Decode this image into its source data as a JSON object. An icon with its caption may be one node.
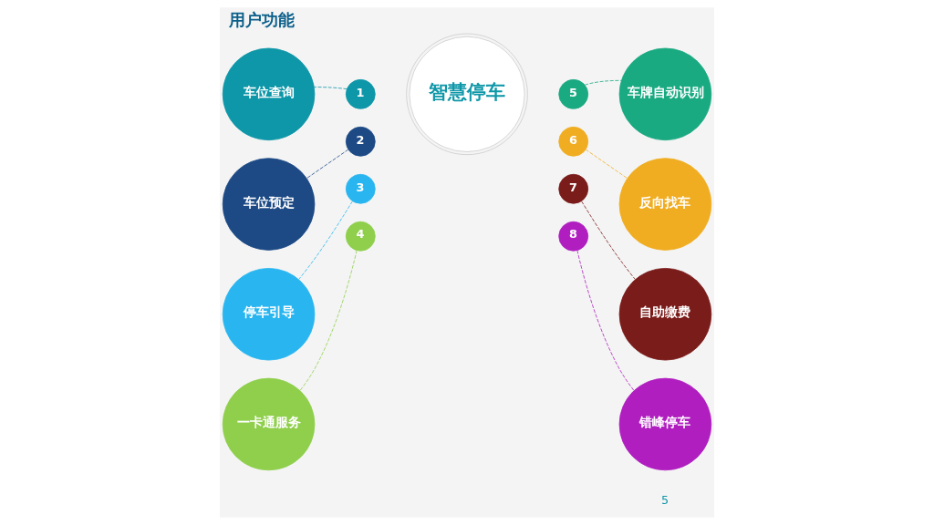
{
  "diagram": {
    "title": "用户功能",
    "nodes": [
      {
        "text": [
          "智慧停车"
        ]
      },
      {
        "text": [
          "1"
        ]
      },
      {
        "text": [
          "2"
        ]
      },
      {
        "text": [
          "3"
        ]
      },
      {
        "text": [
          "4"
        ]
      },
      {
        "text": [
          "5"
        ]
      },
      {
        "text": [
          "6"
        ]
      },
      {
        "text": [
          "7"
        ]
      },
      {
        "text": [
          "8"
        ]
      },
      {
        "text": [
          "车位查询"
        ]
      },
      {
        "text": [
          "车位预定"
        ]
      },
      {
        "text": [
          "停车引导"
        ]
      },
      {
        "text": [
          "一卡通服务"
        ]
      },
      {
        "text": [
          "车牌自动识别"
        ]
      },
      {
        "text": [
          "反向找车"
        ]
      },
      {
        "text": [
          "自助缴费"
        ]
      },
      {
        "text": [
          "错峰停车"
        ]
      }
    ],
    "edges": [
      {
        "from": 1,
        "to": 9,
        "arrow": "none",
        "style": "dashed",
        "color": "#0e97a8"
      },
      {
        "from": 2,
        "to": 10,
        "arrow": "none",
        "style": "dashed",
        "color": "#1d4a85"
      },
      {
        "from": 3,
        "to": 11,
        "arrow": "none",
        "style": "dashed",
        "color": "#29b6f0"
      },
      {
        "from": 4,
        "to": 12,
        "arrow": "none",
        "style": "dashed",
        "color": "#8fcf4c"
      },
      {
        "from": 5,
        "to": 13,
        "arrow": "none",
        "style": "dashed",
        "color": "#1aaa82"
      },
      {
        "from": 6,
        "to": 14,
        "arrow": "none",
        "style": "dashed",
        "color": "#f0ad21"
      },
      {
        "from": 7,
        "to": 15,
        "arrow": "none",
        "style": "dashed",
        "color": "#7a1c1a"
      },
      {
        "from": 8,
        "to": 16,
        "arrow": "none",
        "style": "dashed",
        "color": "#b01ec0"
      }
    ],
    "labels": [
      "5"
    ]
  }
}
